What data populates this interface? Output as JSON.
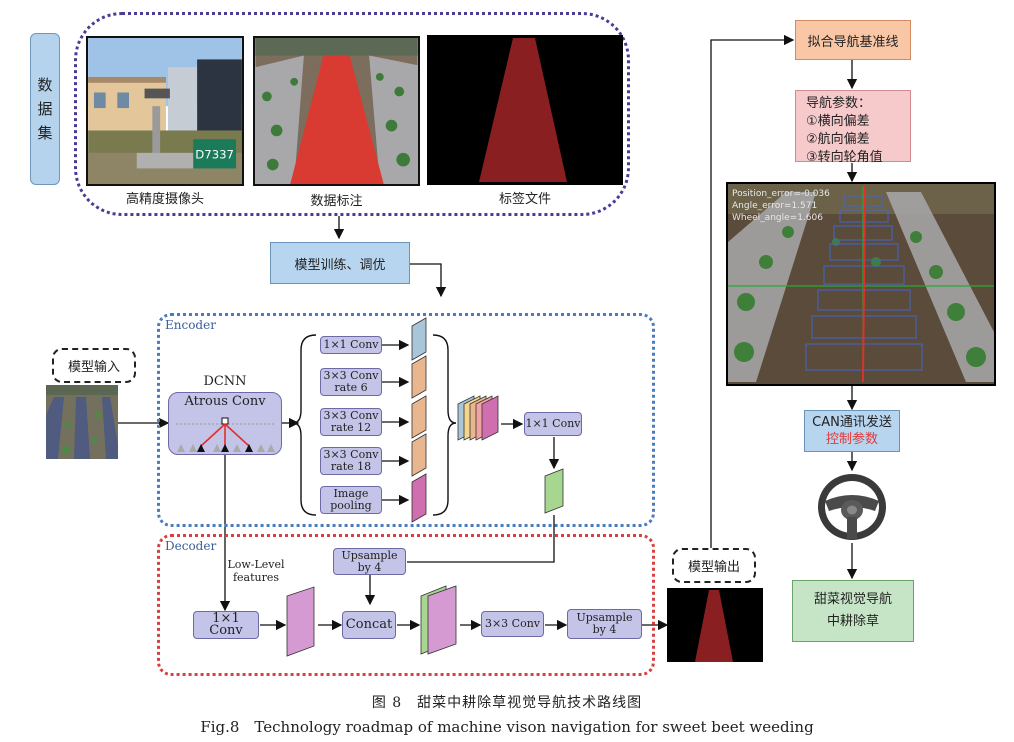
{
  "dataset": {
    "label_chars": [
      "数",
      "据",
      "集"
    ],
    "images": [
      {
        "caption": "高精度摄像头",
        "plate_text": "D7337"
      },
      {
        "caption": "数据标注"
      },
      {
        "caption": "标签文件"
      }
    ]
  },
  "training": {
    "label": "模型训练、调优"
  },
  "model_input": {
    "label": "模型输入"
  },
  "model_output": {
    "label": "模型输出"
  },
  "encoder": {
    "section_label": "Encoder",
    "dcnn_title": "DCNN",
    "dcnn_subtitle": "Atrous Conv",
    "branches": [
      {
        "line1": "1×1 Conv",
        "line2": "",
        "color": "#a9c6d8"
      },
      {
        "line1": "3×3 Conv",
        "line2": "rate 6",
        "color": "#e8b78f"
      },
      {
        "line1": "3×3 Conv",
        "line2": "rate 12",
        "color": "#e8b78f"
      },
      {
        "line1": "3×3 Conv",
        "line2": "rate 18",
        "color": "#e8b78f"
      },
      {
        "line1": "Image",
        "line2": "pooling",
        "color": "#d06fb0"
      }
    ],
    "merge_conv": "1×1 Conv"
  },
  "decoder": {
    "section_label": "Decoder",
    "low_level_label_1": "Low-Level",
    "low_level_label_2": "features",
    "upsample_top_1": "Upsample",
    "upsample_top_2": "by 4",
    "conv1x1": "1×1 Conv",
    "concat": "Concat",
    "conv3x3": "3×3 Conv",
    "upsample_out_1": "Upsample",
    "upsample_out_2": "by 4"
  },
  "right_flow": {
    "fit_label": "拟合导航基准线",
    "nav_params": {
      "title": "导航参数：",
      "items": [
        "①横向偏差",
        "②航向偏差",
        "③转向轮角值"
      ]
    },
    "overlay_lines": [
      "Position_error=-0.036",
      "Angle_error=1.571",
      "Wheel_angle=1.606"
    ],
    "can_line1": "CAN通讯发送",
    "can_line2": "控制参数",
    "can_line2_color": "#e03a3a",
    "result_line1": "甜菜视觉导航",
    "result_line2": "中耕除草"
  },
  "caption": {
    "cn": "图 8　甜菜中耕除草视觉导航技术路线图",
    "en": "Fig.8　Technology roadmap of machine vison navigation for sweet beet weeding"
  }
}
